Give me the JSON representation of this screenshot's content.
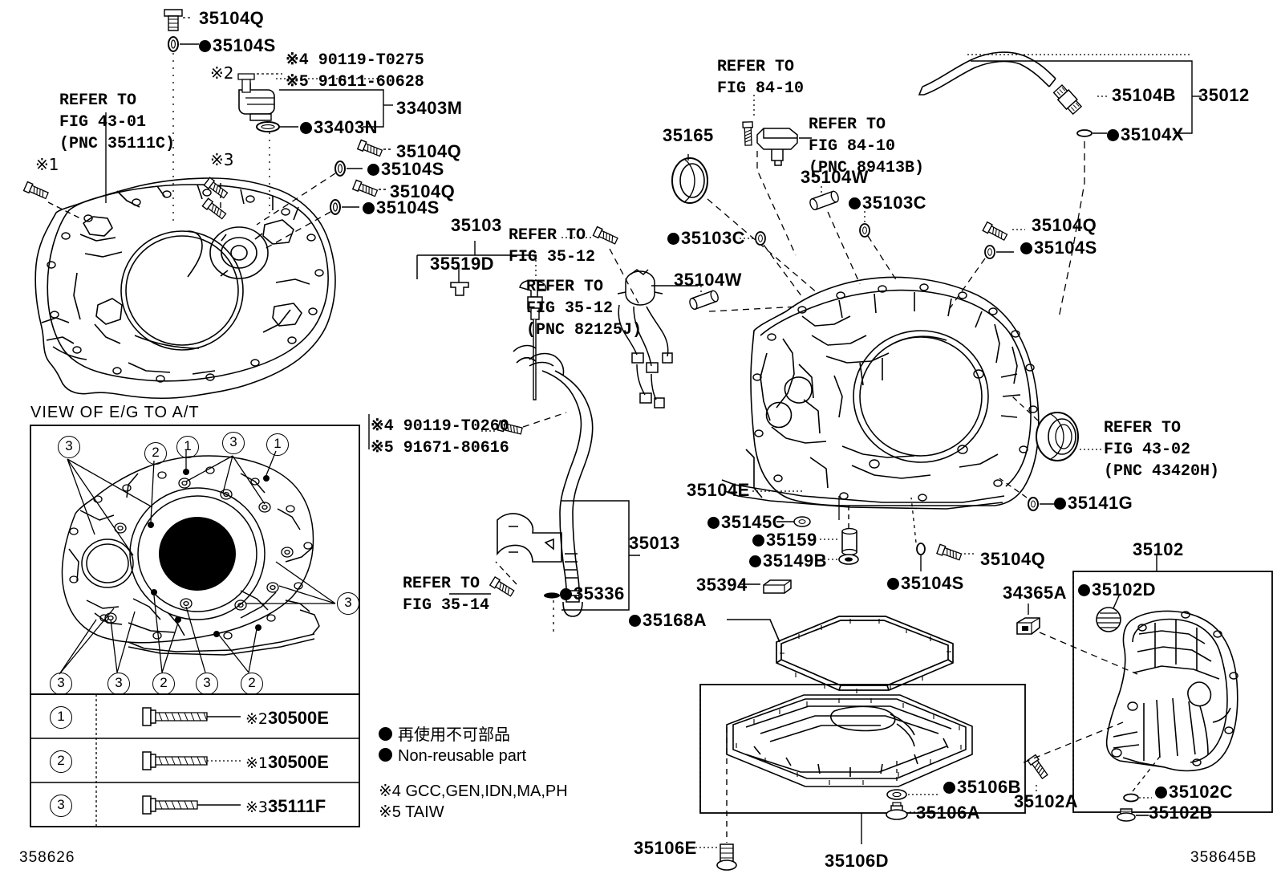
{
  "diagram": {
    "title": "Toyota A/T Transmission Case & Oil Pan parts diagram",
    "corner_left_code": "358626",
    "corner_right_code": "358645B"
  },
  "legend_box": {
    "title": "VIEW OF E/G TO A/T",
    "rows": [
      {
        "num": "1",
        "mark": "※2",
        "part": "30500E"
      },
      {
        "num": "2",
        "mark": "※1",
        "part": "30500E"
      },
      {
        "num": "3",
        "mark": "※3",
        "part": "35111F"
      }
    ],
    "callout_numbers": [
      "3",
      "2",
      "1",
      "3",
      "1",
      "3",
      "3",
      "3",
      "2",
      "3",
      "2"
    ]
  },
  "notes": {
    "nonreusable_jp": "再使用不可部品",
    "nonreusable_en": "Non-reusable part",
    "mark4": "※4 GCC,GEN,IDN,MA,PH",
    "mark5": "※5 TAIW"
  },
  "refs": {
    "fig43_01": {
      "line1": "REFER TO",
      "line2": "FIG 43-01",
      "line3": "(PNC 35111C)"
    },
    "fig43_02": {
      "line1": "REFER TO",
      "line2": "FIG 43-02",
      "line3": "(PNC 43420H)"
    },
    "fig35_12a": {
      "line1": "REFER TO",
      "line2": "FIG 35-12"
    },
    "fig35_12b": {
      "line1": "REFER TO",
      "line2": "FIG 35-12",
      "line3": "(PNC 82125J)"
    },
    "fig35_14": {
      "line1": "REFER TO",
      "line2": "FIG 35-14"
    },
    "fig84_10a": {
      "line1": "REFER TO",
      "line2": "FIG 84-10"
    },
    "fig84_10b": {
      "line1": "REFER TO",
      "line2": "FIG 84-10",
      "line3": "(PNC 89413B)"
    }
  },
  "bolt_specs": {
    "spec_a": {
      "line1": "※4 90119-T0275",
      "line2": "※5 91611-60628"
    },
    "spec_b": {
      "line1": "※4 90119-T0260",
      "line2": "※5 91671-80616"
    }
  },
  "marks": {
    "m1": "※1",
    "m2": "※2",
    "m3": "※3"
  },
  "parts": [
    {
      "id": "p01",
      "code": "35104Q",
      "nonreusable": false
    },
    {
      "id": "p02",
      "code": "35104S",
      "nonreusable": true
    },
    {
      "id": "p03",
      "code": "33403M",
      "nonreusable": false
    },
    {
      "id": "p04",
      "code": "33403N",
      "nonreusable": true
    },
    {
      "id": "p05",
      "code": "35104Q",
      "nonreusable": false
    },
    {
      "id": "p06",
      "code": "35104S",
      "nonreusable": true
    },
    {
      "id": "p07",
      "code": "35104Q",
      "nonreusable": false
    },
    {
      "id": "p08",
      "code": "35104S",
      "nonreusable": true
    },
    {
      "id": "p09",
      "code": "35103",
      "nonreusable": false
    },
    {
      "id": "p10",
      "code": "35519D",
      "nonreusable": false
    },
    {
      "id": "p11",
      "code": "35013",
      "nonreusable": false
    },
    {
      "id": "p12",
      "code": "35336",
      "nonreusable": true
    },
    {
      "id": "p13",
      "code": "35165",
      "nonreusable": false
    },
    {
      "id": "p14",
      "code": "35104W",
      "nonreusable": false
    },
    {
      "id": "p15",
      "code": "35103C",
      "nonreusable": true
    },
    {
      "id": "p16",
      "code": "35103C",
      "nonreusable": true
    },
    {
      "id": "p17",
      "code": "35104W",
      "nonreusable": false
    },
    {
      "id": "p18",
      "code": "35104B",
      "nonreusable": false
    },
    {
      "id": "p19",
      "code": "35012",
      "nonreusable": false
    },
    {
      "id": "p20",
      "code": "35104X",
      "nonreusable": true
    },
    {
      "id": "p21",
      "code": "35104Q",
      "nonreusable": false
    },
    {
      "id": "p22",
      "code": "35104S",
      "nonreusable": true
    },
    {
      "id": "p23",
      "code": "35141G",
      "nonreusable": true
    },
    {
      "id": "p24",
      "code": "35104E",
      "nonreusable": false
    },
    {
      "id": "p25",
      "code": "35145C",
      "nonreusable": true
    },
    {
      "id": "p26",
      "code": "35159",
      "nonreusable": true
    },
    {
      "id": "p27",
      "code": "35149B",
      "nonreusable": true
    },
    {
      "id": "p28",
      "code": "35394",
      "nonreusable": false
    },
    {
      "id": "p29",
      "code": "35104Q",
      "nonreusable": false
    },
    {
      "id": "p30",
      "code": "35104S",
      "nonreusable": true
    },
    {
      "id": "p31",
      "code": "35168A",
      "nonreusable": true
    },
    {
      "id": "p32",
      "code": "35102",
      "nonreusable": false
    },
    {
      "id": "p33",
      "code": "35102D",
      "nonreusable": true
    },
    {
      "id": "p34",
      "code": "34365A",
      "nonreusable": false
    },
    {
      "id": "p35",
      "code": "35102A",
      "nonreusable": false
    },
    {
      "id": "p36",
      "code": "35102C",
      "nonreusable": true
    },
    {
      "id": "p37",
      "code": "35102B",
      "nonreusable": false
    },
    {
      "id": "p38",
      "code": "35106B",
      "nonreusable": true
    },
    {
      "id": "p39",
      "code": "35106A",
      "nonreusable": false
    },
    {
      "id": "p40",
      "code": "35106D",
      "nonreusable": false
    },
    {
      "id": "p41",
      "code": "35106E",
      "nonreusable": false
    }
  ]
}
